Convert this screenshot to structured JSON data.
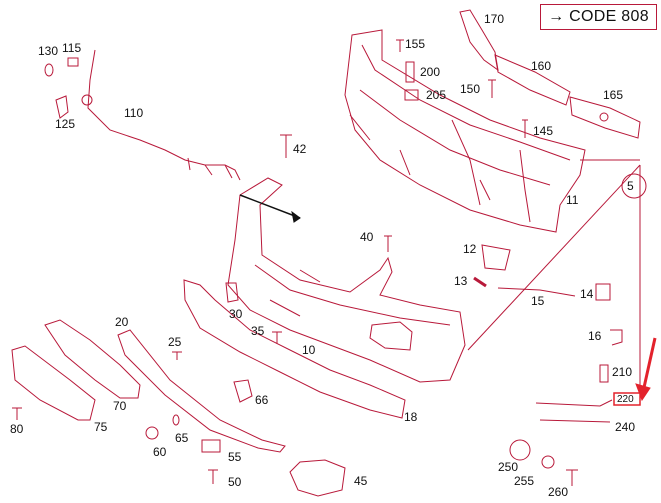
{
  "header": {
    "code_label": "→ CODE 808"
  },
  "callout": {
    "number": "5"
  },
  "highlight_label": "220",
  "part_numbers": {
    "p10": "10",
    "p11": "11",
    "p12": "12",
    "p13": "13",
    "p14": "14",
    "p15": "15",
    "p16": "16",
    "p18": "18",
    "p20": "20",
    "p25": "25",
    "p30": "30",
    "p35": "35",
    "p40": "40",
    "p42": "42",
    "p45": "45",
    "p50": "50",
    "p55": "55",
    "p60": "60",
    "p65": "65",
    "p66": "66",
    "p70": "70",
    "p75": "75",
    "p80": "80",
    "p110": "110",
    "p115": "115",
    "p125": "125",
    "p130": "130",
    "p145": "145",
    "p150": "150",
    "p155": "155",
    "p160": "160",
    "p165": "165",
    "p170": "170",
    "p200": "200",
    "p205": "205",
    "p210": "210",
    "p240": "240",
    "p250": "250",
    "p255": "255",
    "p260": "260"
  },
  "colors": {
    "line": "#b8193a",
    "arrow": "#e3222c",
    "text": "#111111"
  }
}
